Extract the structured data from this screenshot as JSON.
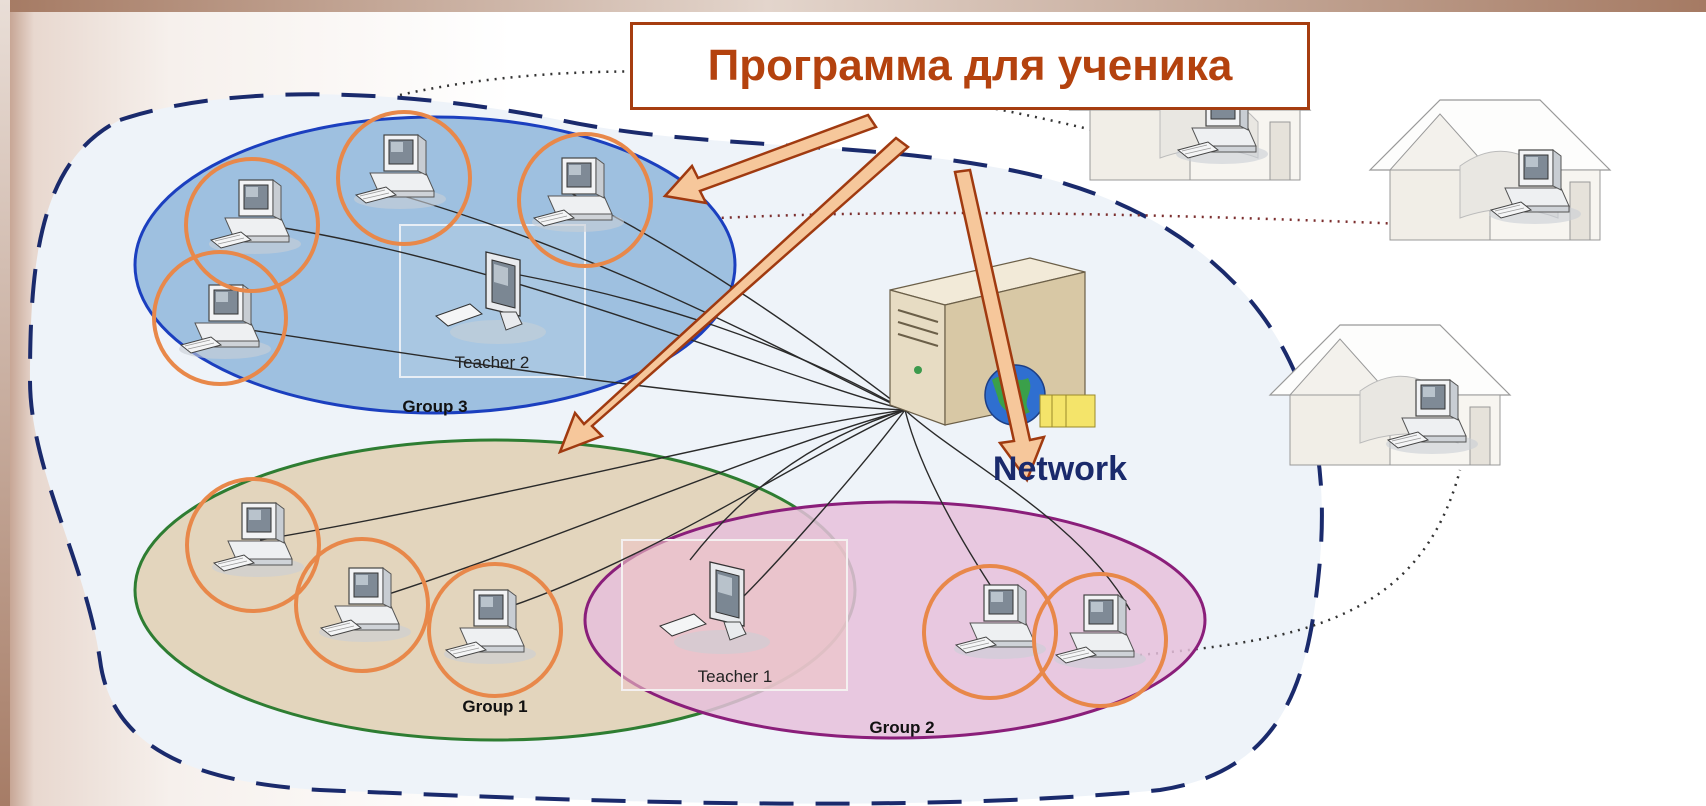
{
  "title": "Программа для ученика",
  "labels": {
    "group1": "Group 1",
    "group2": "Group 2",
    "group3": "Group 3",
    "teacher1": "Teacher 1",
    "teacher2": "Teacher 2",
    "network": "Network"
  },
  "colors": {
    "title_text": "#b4420e",
    "title_border": "#a63d10",
    "highlight_circle": "#e8884a",
    "arrow_fill": "#f6c79b",
    "arrow_stroke": "#a03a10",
    "group1_fill": "#e3d5bd",
    "group1_stroke": "#2e7d32",
    "group2_fill": "#e6c0dc",
    "group2_stroke": "#8a1e7a",
    "group3_fill": "#9ec0e0",
    "group3_stroke": "#1b3fbf",
    "network_boundary": "#1a2a6c",
    "network_text": "#1a2a6c"
  },
  "icons": [
    "desktop-computer-icon",
    "server-tower-icon",
    "globe-icon",
    "house-icon",
    "monitor-icon"
  ]
}
